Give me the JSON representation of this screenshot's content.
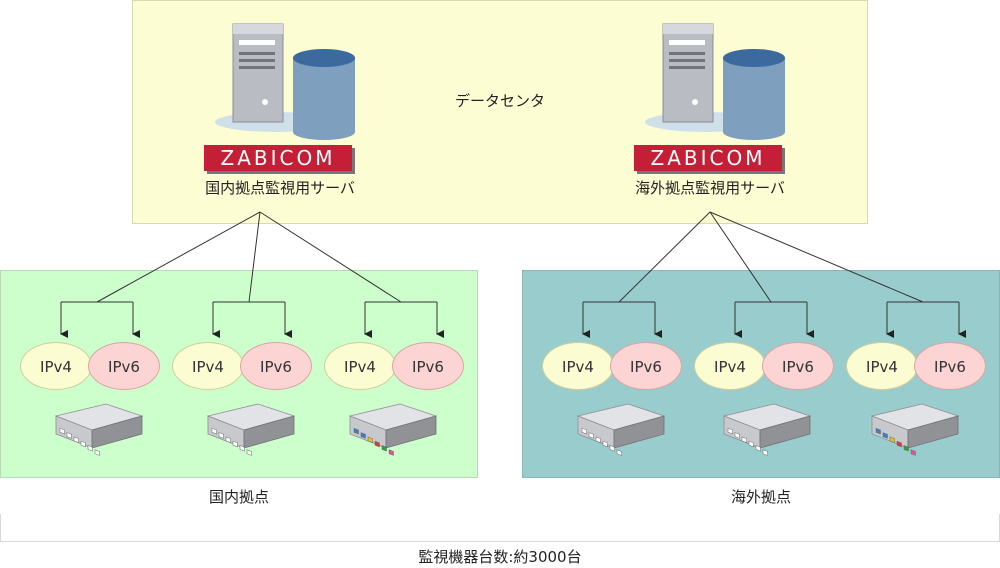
{
  "datacenter": {
    "label": "データセンタ"
  },
  "servers": [
    {
      "logo": "ZABICOM",
      "name": "国内拠点監視用サーバ"
    },
    {
      "logo": "ZABICOM",
      "name": "海外拠点監視用サーバ"
    }
  ],
  "sites": [
    {
      "name": "国内拠点",
      "protocols": [
        "IPv4",
        "IPv6"
      ]
    },
    {
      "name": "海外拠点",
      "protocols": [
        "IPv4",
        "IPv6"
      ]
    }
  ],
  "footer": {
    "total": "監視機器台数:約3000台"
  },
  "colors": {
    "datacenter_bg": "#fdfdd3",
    "domestic_bg": "#ccffcc",
    "overseas_bg": "#99cccc",
    "logo_red": "#c41f36",
    "ipv4": "#fcfcd3",
    "ipv6": "#fcd4d4"
  }
}
